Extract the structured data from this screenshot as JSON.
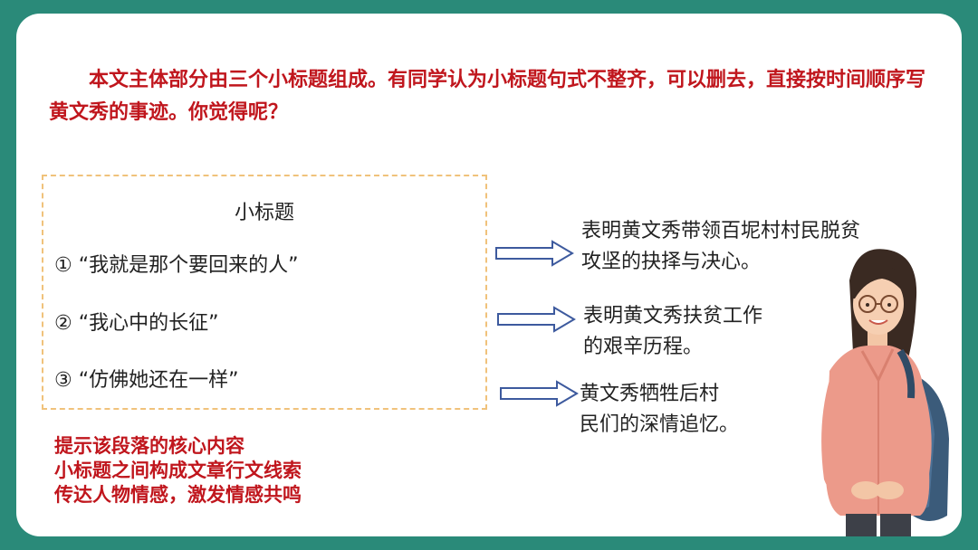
{
  "question": "本文主体部分由三个小标题组成。有同学认为小标题句式不整齐，可以删去，直接按时间顺序写黄文秀的事迹。你觉得呢？",
  "box": {
    "title": "小标题",
    "items": [
      "① “我就是那个要回来的人”",
      "② “我心中的长征”",
      "③ “仿佛她还在一样”"
    ]
  },
  "descriptions": [
    [
      "表明黄文秀带领百坭村村民脱贫",
      "攻坚的抉择与决心。"
    ],
    [
      "表明黄文秀扶贫工作",
      "的艰辛历程。"
    ],
    [
      "黄文秀牺牲后村",
      "民们的深情追忆。"
    ]
  ],
  "hints": [
    "提示该段落的核心内容",
    "小标题之间构成文章行文线索",
    "传达人物情感，激发情感共鸣"
  ],
  "colors": {
    "background": "#2a8a79",
    "accent_red": "#c0161d",
    "dashed_border": "#f0c27b",
    "arrow": "#3d5a9e"
  }
}
